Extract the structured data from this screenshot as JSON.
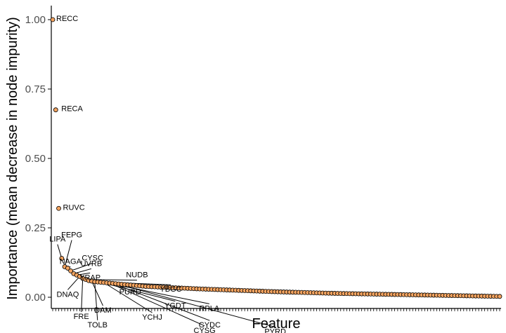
{
  "chart_data": {
    "type": "scatter",
    "xlabel": "Feature",
    "ylabel": "Importance (mean decrease in node impurity)",
    "ylim": [
      -0.02,
      1.02
    ],
    "yticks": [
      0.0,
      0.25,
      0.5,
      0.75,
      1.0
    ],
    "ytick_labels": [
      "0.00",
      "0.25",
      "0.50",
      "0.75",
      "1.00"
    ],
    "x_tick_labels_shown": false,
    "grid": false,
    "legend": "none",
    "n_features": 150,
    "values": [
      1.0,
      0.675,
      0.32,
      0.14,
      0.11,
      0.105,
      0.095,
      0.085,
      0.08,
      0.075,
      0.068,
      0.064,
      0.06,
      0.058,
      0.056,
      0.055,
      0.054,
      0.053,
      0.052,
      0.051,
      0.05,
      0.049,
      0.048,
      0.047,
      0.046,
      0.045,
      0.044,
      0.043,
      0.042,
      0.041,
      0.04,
      0.039,
      0.0385,
      0.038,
      0.0375,
      0.037,
      0.0365,
      0.036,
      0.0355,
      0.035,
      0.0345,
      0.034,
      0.0335,
      0.033,
      0.0325,
      0.032,
      0.0315,
      0.031,
      0.0305,
      0.03,
      0.0296,
      0.0292,
      0.0288,
      0.0284,
      0.028,
      0.0276,
      0.0272,
      0.0268,
      0.0264,
      0.026,
      0.0256,
      0.0252,
      0.0248,
      0.0244,
      0.024,
      0.0236,
      0.0232,
      0.0228,
      0.0224,
      0.022,
      0.0216,
      0.0212,
      0.0208,
      0.0204,
      0.02,
      0.0197,
      0.0194,
      0.0191,
      0.0188,
      0.0185,
      0.0182,
      0.0179,
      0.0176,
      0.0173,
      0.017,
      0.0167,
      0.0164,
      0.0161,
      0.0158,
      0.0155,
      0.0152,
      0.0149,
      0.0146,
      0.0143,
      0.014,
      0.0138,
      0.0136,
      0.0134,
      0.0132,
      0.013,
      0.0128,
      0.0126,
      0.0124,
      0.0122,
      0.012,
      0.0118,
      0.0116,
      0.0114,
      0.0112,
      0.011,
      0.0108,
      0.0106,
      0.0104,
      0.0102,
      0.01,
      0.0098,
      0.0096,
      0.0094,
      0.0092,
      0.009,
      0.0088,
      0.0086,
      0.0084,
      0.0082,
      0.008,
      0.0078,
      0.0076,
      0.0074,
      0.0072,
      0.007,
      0.0068,
      0.0066,
      0.0064,
      0.0062,
      0.006,
      0.0058,
      0.0056,
      0.0054,
      0.0052,
      0.005,
      0.0048,
      0.0046,
      0.0044,
      0.0042,
      0.004,
      0.0038,
      0.0036,
      0.0034,
      0.0032,
      0.003
    ],
    "labeled_points": [
      {
        "name": "RECC",
        "index": 0
      },
      {
        "name": "RECA",
        "index": 1
      },
      {
        "name": "RUVC",
        "index": 2
      },
      {
        "name": "LIPA",
        "index": 3
      },
      {
        "name": "FEPG",
        "index": 4
      },
      {
        "name": "NAGA",
        "index": 5
      },
      {
        "name": "CYSC",
        "index": 6
      },
      {
        "name": "UVRB",
        "index": 7
      },
      {
        "name": "YRAP",
        "index": 8
      },
      {
        "name": "DNAQ",
        "index": 9
      },
      {
        "name": "FRE",
        "index": 10
      },
      {
        "name": "NUDB",
        "index": 11
      },
      {
        "name": "PURD",
        "index": 12
      },
      {
        "name": "DAM",
        "index": 13
      },
      {
        "name": "TOLB",
        "index": 14
      },
      {
        "name": "YBGC",
        "index": 15
      },
      {
        "name": "YGDT",
        "index": 16
      },
      {
        "name": "YCHJ",
        "index": 17
      },
      {
        "name": "RPLA",
        "index": 18
      },
      {
        "name": "CYSG",
        "index": 19
      },
      {
        "name": "CYDC",
        "index": 20
      },
      {
        "name": "PYRD",
        "index": 21
      }
    ]
  },
  "style": {
    "point_fill": "#F4A460",
    "point_stroke": "#000000",
    "axis_color": "#000000",
    "tick_label_color": "#4d4d4d"
  }
}
